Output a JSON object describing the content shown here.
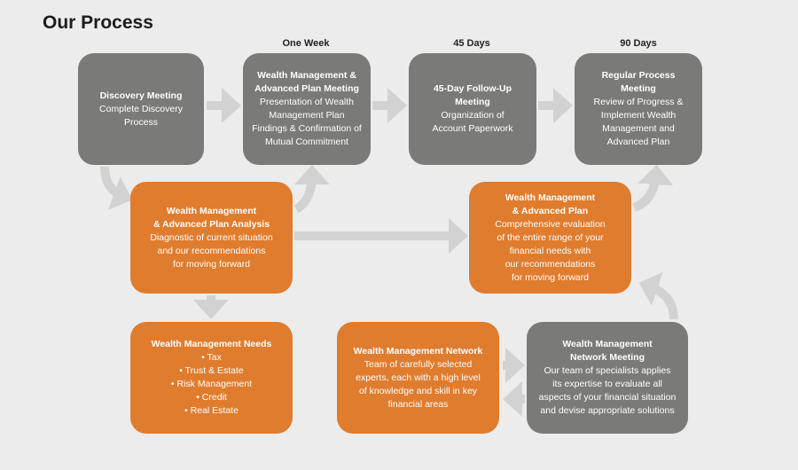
{
  "title": "Our Process",
  "timeline": [
    "One Week",
    "45 Days",
    "90 Days"
  ],
  "colors": {
    "gray": "#7a7a78",
    "orange": "#e07c2e",
    "arrow": "#d2d2d2",
    "background": "#ececec"
  },
  "boxes": {
    "discovery": {
      "heading": "Discovery Meeting",
      "body": "Complete Discovery\nProcess"
    },
    "plan_meeting": {
      "heading": "Wealth Management &\nAdvanced Plan Meeting",
      "body": "Presentation of Wealth\nManagement Plan\nFindings & Confirmation of\nMutual Commitment"
    },
    "follow_up": {
      "heading": "45-Day Follow-Up\nMeeting",
      "body": "Organization of\nAccount Paperwork"
    },
    "regular": {
      "heading": "Regular Process\nMeeting",
      "body": "Review of Progress &\nImplement Wealth\nManagement and\nAdvanced Plan"
    },
    "analysis": {
      "heading": "Wealth Management\n& Advanced Plan Analysis",
      "body": "Diagnostic of current situation\nand our recommendations\nfor moving forward"
    },
    "plan": {
      "heading": "Wealth Management\n& Advanced Plan",
      "body": "Comprehensive evaluation\nof the entire range of your\nfinancial needs with\nour recommendations\nfor moving forward"
    },
    "needs": {
      "heading": "Wealth Management Needs",
      "body": "• Tax\n• Trust & Estate\n• Risk Management\n• Credit\n• Real Estate"
    },
    "network": {
      "heading": "Wealth Management Network",
      "body": "Team of carefully selected\nexperts, each with a high level\nof knowledge and skill in key\nfinancial areas"
    },
    "network_meeting": {
      "heading": "Wealth Management\nNetwork Meeting",
      "body": "Our team of specialists applies\nits expertise to evaluate all\naspects of your financial situation\nand devise appropriate solutions"
    }
  }
}
